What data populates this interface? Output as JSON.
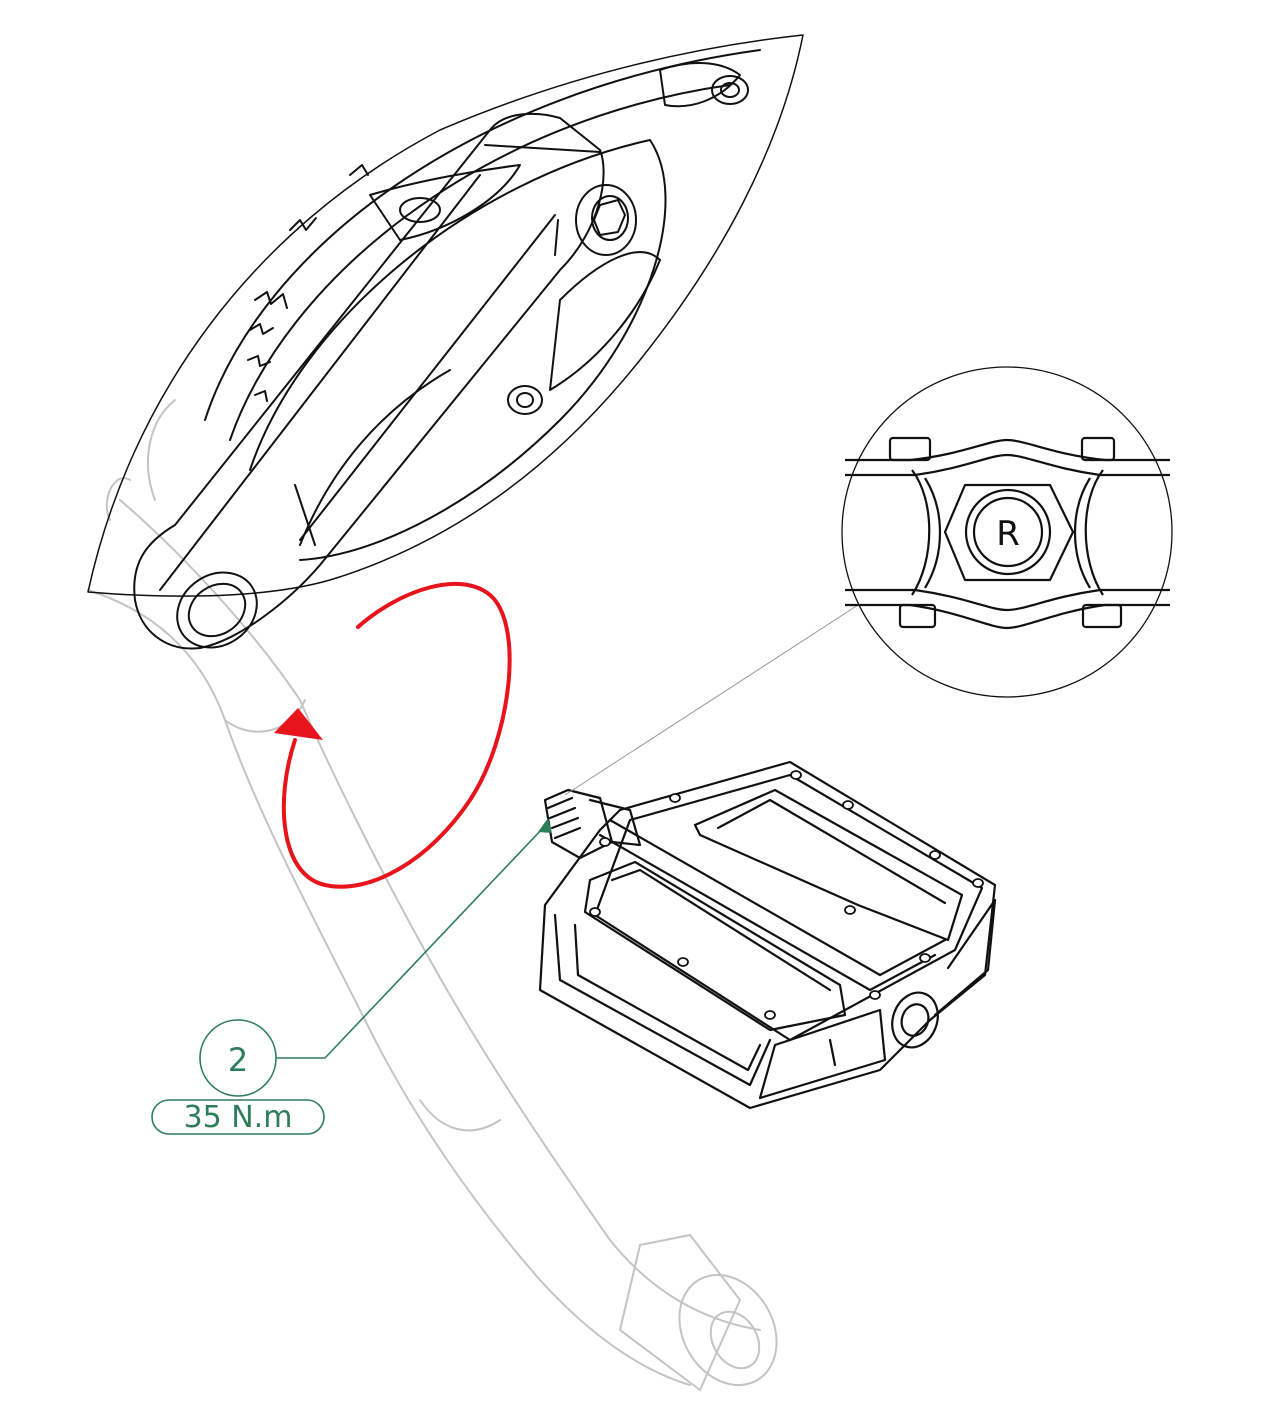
{
  "callout": {
    "step_number": "2",
    "torque": "35 N.m",
    "color": "#2e7d5b"
  },
  "detail": {
    "pedal_side_marking": "R"
  },
  "colors": {
    "line": "#111111",
    "ghost": "#c4c4c4",
    "arrow": "#e8141b"
  }
}
